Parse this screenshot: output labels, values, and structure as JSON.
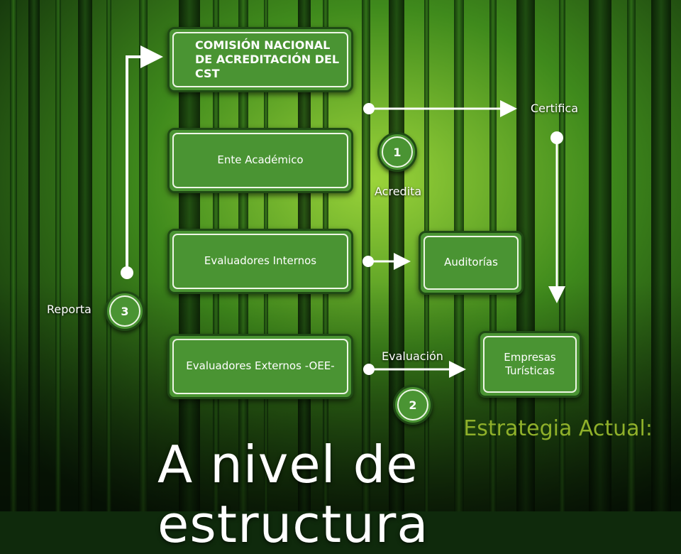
{
  "nodes": {
    "comision": "COMISIÓN NACIONAL\nDE ACREDITACIÓN DEL\nCST",
    "ente": "Ente Académico",
    "internos": "Evaluadores Internos",
    "externos": "Evaluadores Externos -OEE-",
    "auditorias": "Auditorías",
    "empresas": "Empresas\nTurísticas"
  },
  "badges": {
    "one": "1",
    "two": "2",
    "three": "3"
  },
  "labels": {
    "certifica": "Certifica",
    "acredita": "Acredita",
    "evaluacion": "Evaluación",
    "reporta": "Reporta"
  },
  "footer": {
    "subtitle": "Estrategia Actual:",
    "title": "A nivel de estructura"
  },
  "colors": {
    "box_fill": "#4a9433",
    "subtitle": "#8fb02a"
  }
}
